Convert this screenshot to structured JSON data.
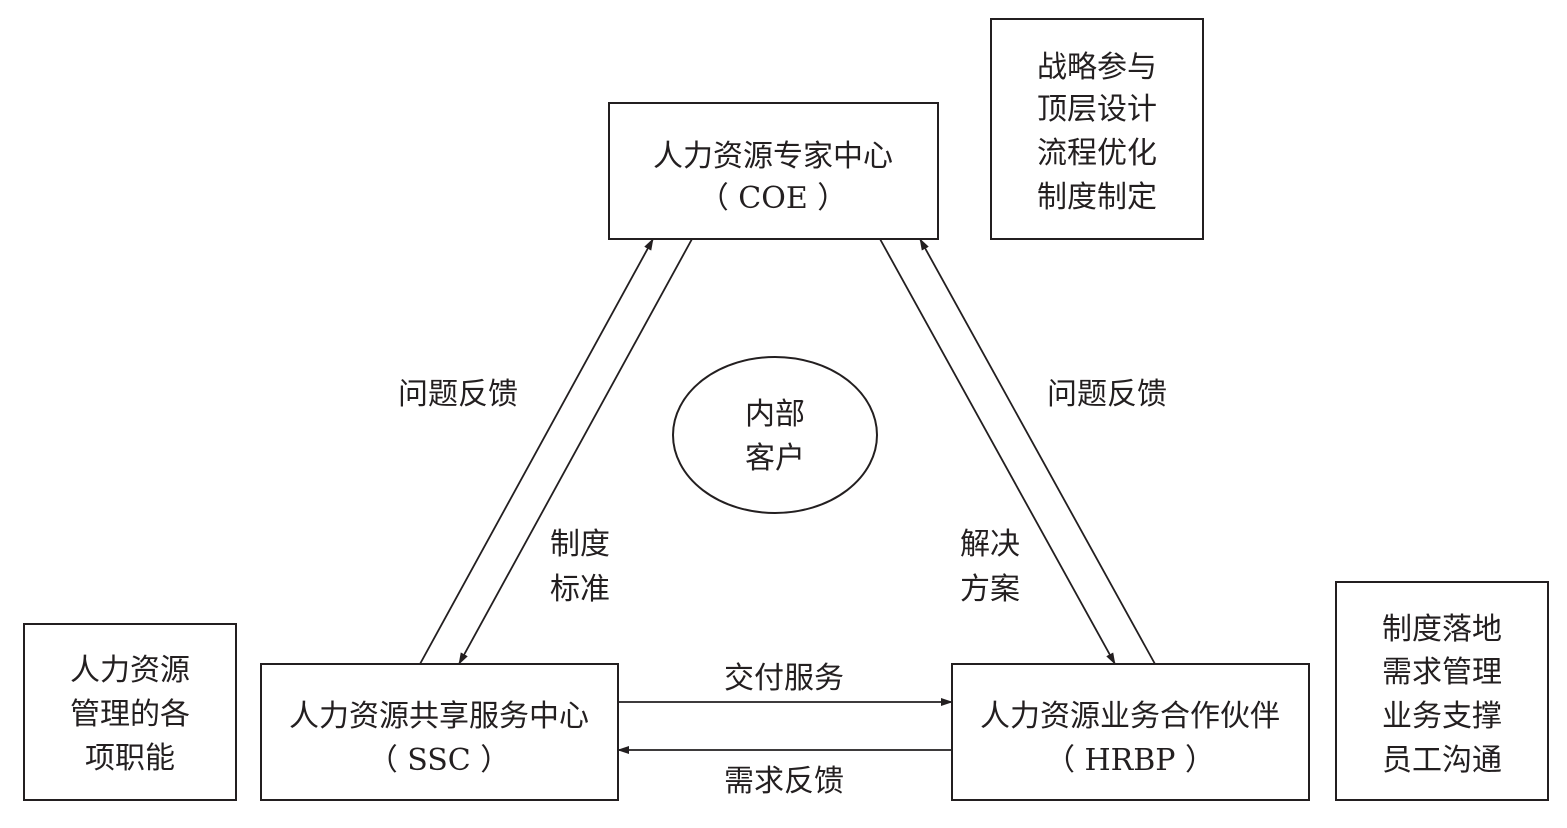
{
  "nodes": {
    "coe": {
      "name": "人力资源专家中心",
      "abbr": "（ COE ）"
    },
    "ssc": {
      "name": "人力资源共享服务中心",
      "abbr": "（ SSC ）"
    },
    "hrbp": {
      "name": "人力资源业务合作伙伴",
      "abbr": "（ HRBP ）"
    },
    "center": {
      "lines": [
        "内部",
        "客户"
      ]
    }
  },
  "notes": {
    "coe": [
      "战略参与",
      "顶层设计",
      "流程优化",
      "制度制定"
    ],
    "ssc": [
      "人力资源",
      "管理的各",
      "项职能"
    ],
    "hrbp": [
      "制度落地",
      "需求管理",
      "业务支撑",
      "员工沟通"
    ]
  },
  "edges": {
    "ssc_to_coe": "问题反馈",
    "coe_to_ssc": [
      "制度",
      "标准"
    ],
    "hrbp_to_coe": "问题反馈",
    "coe_to_hrbp": [
      "解决",
      "方案"
    ],
    "ssc_to_hrbp": "交付服务",
    "hrbp_to_ssc": "需求反馈"
  }
}
